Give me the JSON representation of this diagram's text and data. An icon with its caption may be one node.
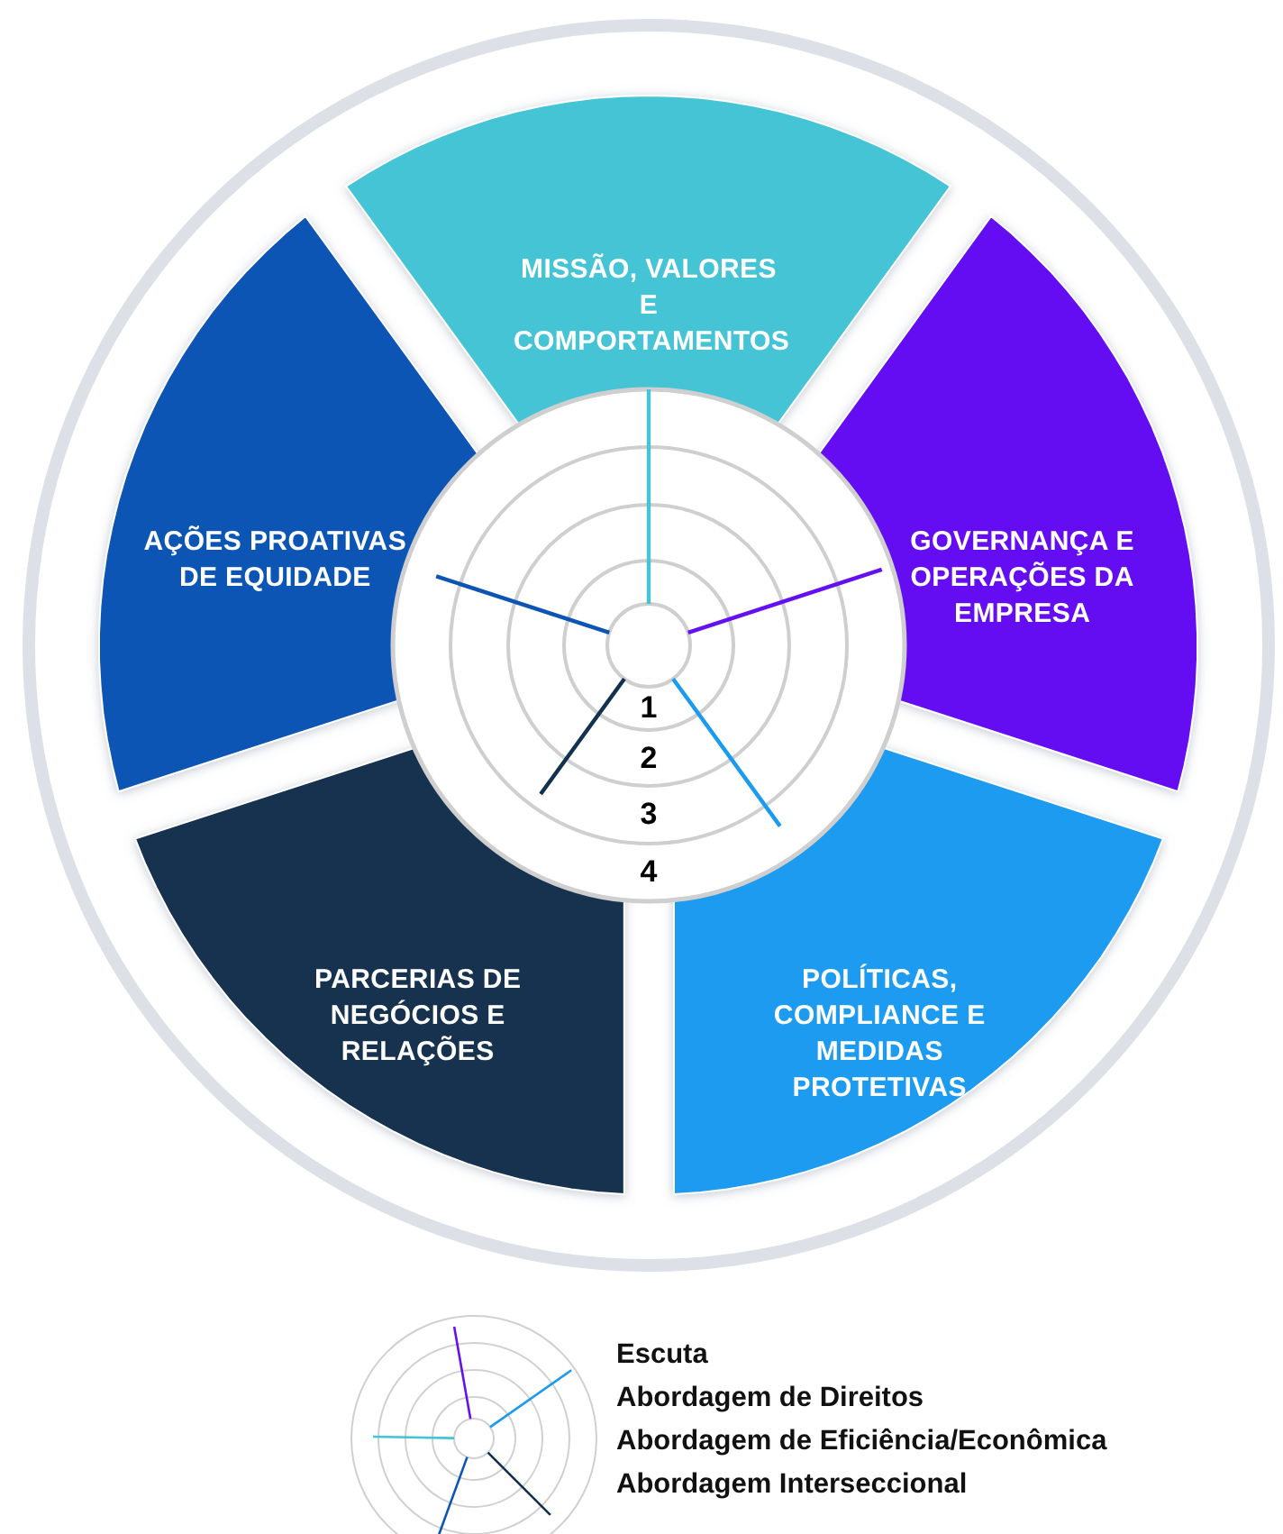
{
  "diagram": {
    "nodes": [
      {
        "text": [
          "MISSÃO, VALORES E COMPORTAMENTOS"
        ]
      },
      {
        "text": [
          "GOVERNANÇA E OPERAÇÕES DA EMPRESA"
        ]
      },
      {
        "text": [
          "POLÍTICAS, COMPLIANCE E MEDIDAS PROTETIVAS"
        ]
      },
      {
        "text": [
          "PARCERIAS DE NEGÓCIOS E RELAÇÕES"
        ]
      },
      {
        "text": [
          "AÇÕES PROATIVAS DE EQUIDADE"
        ]
      }
    ],
    "edges": [],
    "labels": [
      "1",
      "2",
      "3",
      "4"
    ],
    "legend": [
      {
        "text": "Escuta"
      },
      {
        "text": "Abordagem de Direitos"
      },
      {
        "text": "Abordagem de Eficiência/Econômica"
      },
      {
        "text": "Abordagem Interseccional"
      }
    ]
  }
}
